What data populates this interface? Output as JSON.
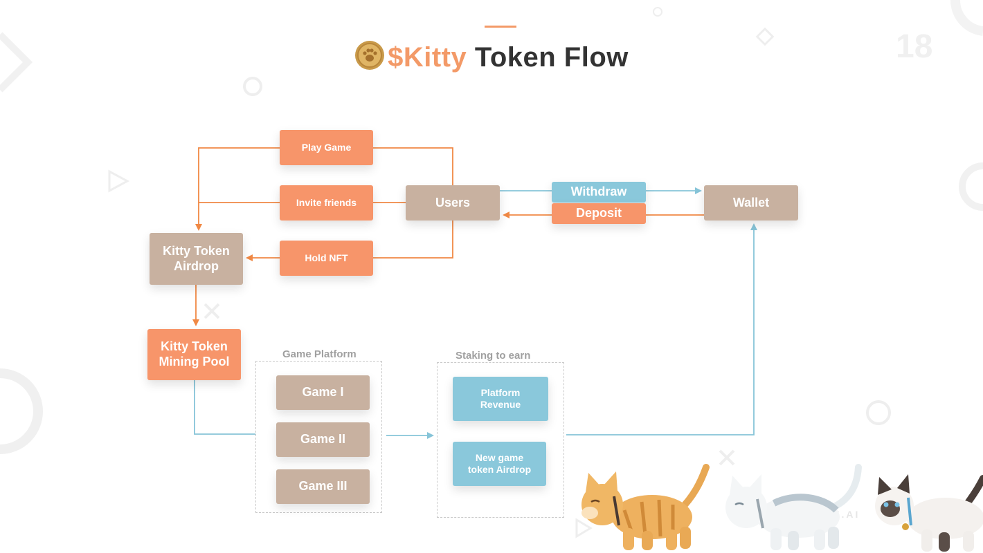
{
  "title": {
    "accent": "$Kitty",
    "rest": " Token Flow"
  },
  "page_number": "18",
  "colors": {
    "orange": "#f7956a",
    "orange_line": "#f08844",
    "tan": "#c8b1a0",
    "blue": "#8ac8db",
    "blue_line": "#86c4d8"
  },
  "nodes": {
    "play_game": "Play Game",
    "invite_friends": "Invite friends",
    "hold_nft": "Hold NFT",
    "users": "Users",
    "withdraw": "Withdraw",
    "deposit": "Deposit",
    "wallet": "Wallet",
    "airdrop": "Kitty Token Airdrop",
    "mining_pool": "Kitty Token Mining Pool",
    "game_1": "Game I",
    "game_2": "Game II",
    "game_3": "Game III",
    "platform_revenue": "Platform Revenue",
    "new_game_airdrop": "New game token Airdrop"
  },
  "groups": {
    "game_platform": "Game Platform",
    "staking": "Staking to earn"
  },
  "watermark": "EN.AI",
  "icons": {
    "coin": "paw-coin-icon",
    "cats": [
      "orange-tabby-cat",
      "white-cat",
      "siamese-cat"
    ]
  }
}
